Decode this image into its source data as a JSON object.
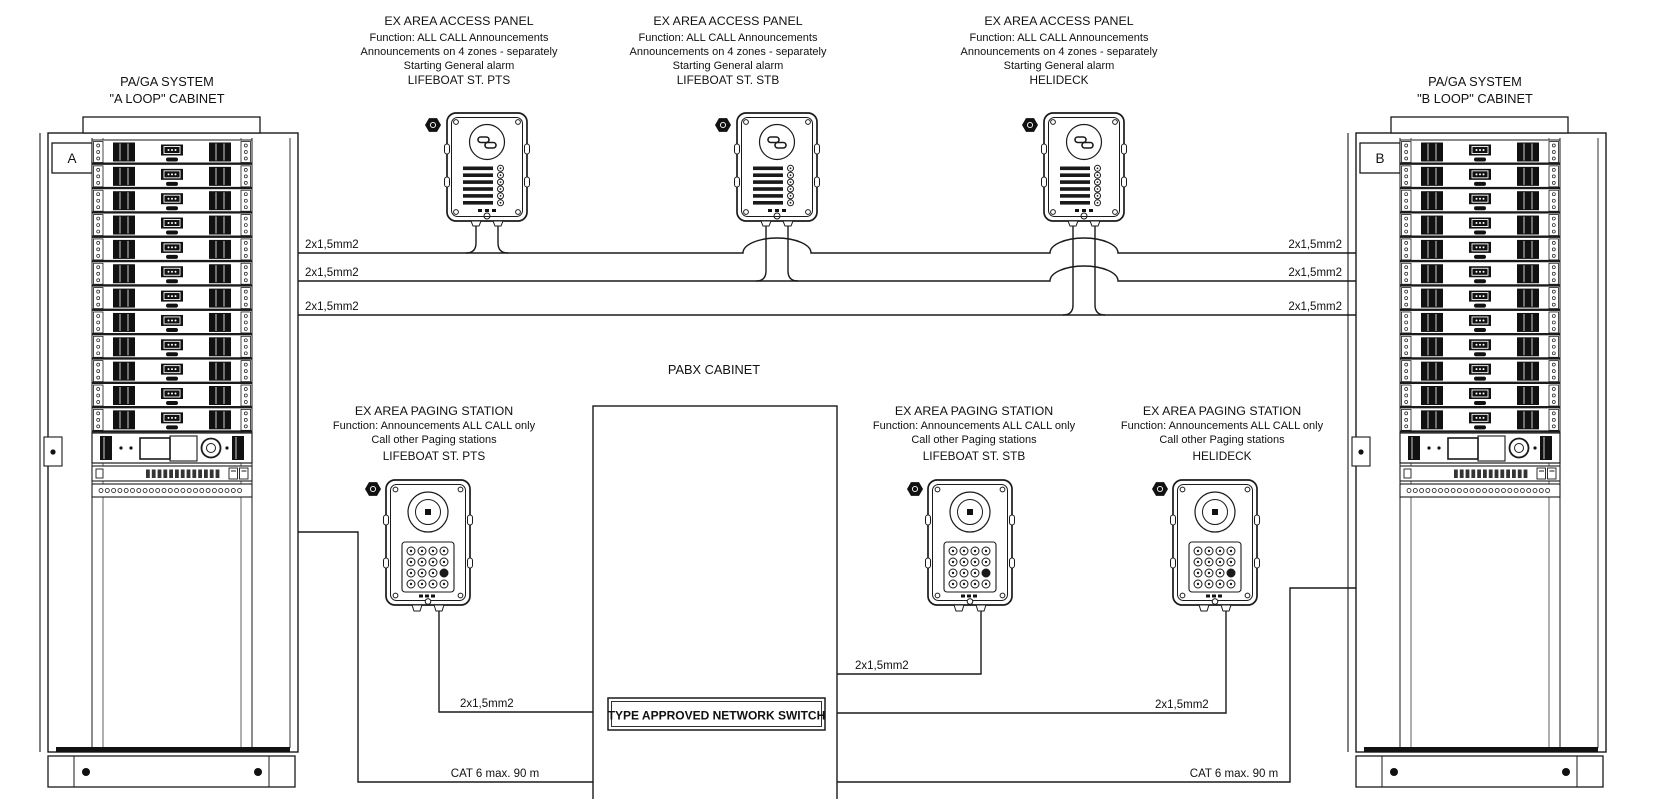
{
  "diagram": {
    "background": "#ffffff",
    "line_color": "#1a1a1a",
    "cabinet_a": {
      "title1": "PA/GA SYSTEM",
      "title2": "\"A LOOP\" CABINET",
      "door_label": "A",
      "amp_unit_count": 12
    },
    "cabinet_b": {
      "title1": "PA/GA SYSTEM",
      "title2": "\"B LOOP\" CABINET",
      "door_label": "B",
      "amp_unit_count": 12
    },
    "pabx_cabinet": {
      "label": "PABX CABINET"
    },
    "network_switch": {
      "label": "TYPE APPROVED NETWORK SWITCH"
    },
    "access_panels": [
      {
        "title": "EX AREA ACCESS PANEL",
        "line1": "Function: ALL CALL Announcements",
        "line2": "Announcements on 4 zones - separately",
        "line3": "Starting General alarm",
        "location": "LIFEBOAT ST. PTS"
      },
      {
        "title": "EX AREA ACCESS PANEL",
        "line1": "Function: ALL CALL Announcements",
        "line2": "Announcements on 4 zones - separately",
        "line3": "Starting General alarm",
        "location": "LIFEBOAT ST. STB"
      },
      {
        "title": "EX AREA ACCESS PANEL",
        "line1": "Function: ALL CALL Announcements",
        "line2": "Announcements on 4 zones - separately",
        "line3": "Starting General alarm",
        "location": "HELIDECK"
      }
    ],
    "paging_stations": [
      {
        "title": "EX AREA PAGING STATION",
        "line1": "Function: Announcements ALL CALL only",
        "line2": "Call other Paging stations",
        "location": "LIFEBOAT ST. PTS"
      },
      {
        "title": "EX AREA PAGING STATION",
        "line1": "Function: Announcements ALL CALL only",
        "line2": "Call other Paging stations",
        "location": "LIFEBOAT ST. STB"
      },
      {
        "title": "EX AREA PAGING STATION",
        "line1": "Function: Announcements ALL CALL only",
        "line2": "Call other Paging stations",
        "location": "HELIDECK"
      }
    ],
    "cables": {
      "bus_left": [
        "2x1,5mm2",
        "2x1,5mm2",
        "2x1,5mm2"
      ],
      "bus_right": [
        "2x1,5mm2",
        "2x1,5mm2",
        "2x1,5mm2"
      ],
      "station_links": [
        "2x1,5mm2",
        "2x1,5mm2",
        "2x1,5mm2"
      ],
      "cat6_left": "CAT 6 max. 90 m",
      "cat6_right": "CAT 6 max. 90 m"
    }
  }
}
